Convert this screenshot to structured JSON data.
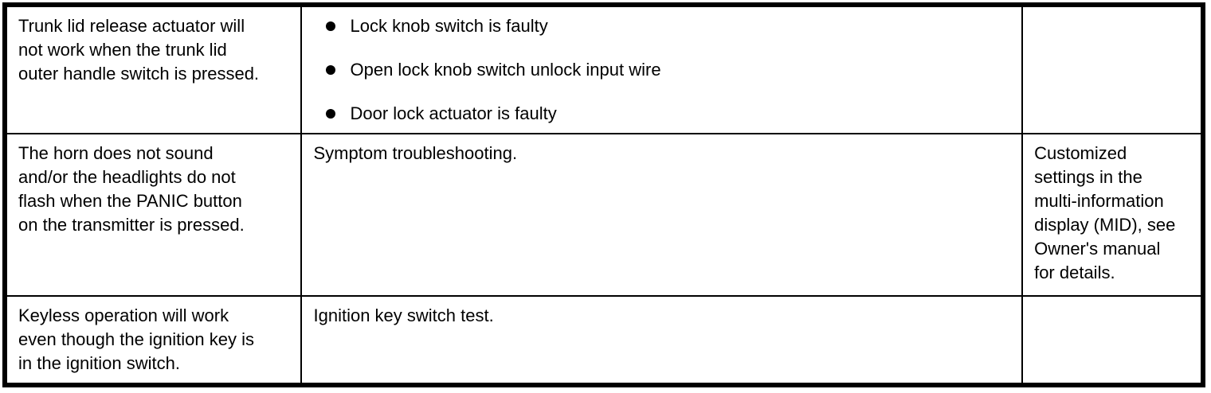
{
  "colors": {
    "background": "#ffffff",
    "border": "#000000",
    "text": "#000000"
  },
  "table": {
    "rows": [
      {
        "symptom": "Trunk lid release actuator will\nnot work when the trunk lid\nouter handle switch is pressed.",
        "causes": [
          "Lock knob switch is faulty",
          "Open lock knob switch unlock input wire",
          "Door lock actuator is faulty"
        ],
        "procedure": "",
        "note": ""
      },
      {
        "symptom": "The horn does not sound\nand/or the headlights do not\nflash when the PANIC button\non the transmitter is pressed.",
        "causes": [],
        "procedure": "Symptom troubleshooting.",
        "note": "Customized\nsettings in the\nmulti-information\ndisplay (MID), see\nOwner's manual\nfor details."
      },
      {
        "symptom": "Keyless operation will work\neven though the ignition key is\nin the ignition switch.",
        "causes": [],
        "procedure": "Ignition key switch test.",
        "note": ""
      }
    ]
  }
}
